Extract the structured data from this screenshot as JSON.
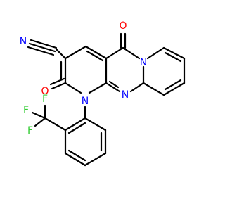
{
  "colors": {
    "background": "#ffffff",
    "carbon_bond": "#000000",
    "oxygen": "#ff0000",
    "nitrogen": "#0000ff",
    "fluorine": "#33cc33"
  },
  "atom_labels": {
    "nitrile_N": "N",
    "oxo_O_top": "O",
    "oxo_O_left": "O",
    "ring_N_top": "N",
    "ring_N_bottom": "N",
    "ring_N_aryl": "N",
    "fluorine_1": "F",
    "fluorine_2": "F",
    "fluorine_3": "F"
  }
}
